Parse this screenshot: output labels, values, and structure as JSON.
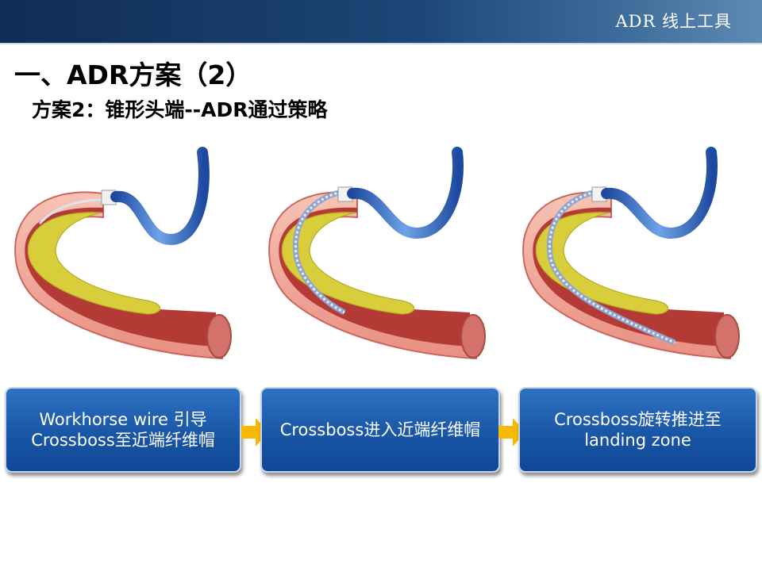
{
  "header": {
    "brand": "ADR 线上工具"
  },
  "title": "一、ADR方案（2）",
  "subtitle": "方案2：锥形头端--ADR通过策略",
  "steps": [
    {
      "label": "Workhorse wire 引导Crossboss至近端纤维帽"
    },
    {
      "label": "Crossboss进入近端纤维帽"
    },
    {
      "label": "Crossboss旋转推进至landing zone"
    }
  ],
  "colors": {
    "header_dark": "#0f2c55",
    "step_blue": "#1b58a8",
    "arrow_yellow": "#f6b800",
    "vessel_wall": "#f1a79b",
    "plaque": "#d8cd3a",
    "catheter": "#2c5fb8"
  },
  "icons": [
    "vessel-illustration",
    "catheter-illustration",
    "arrow-right-icon"
  ]
}
